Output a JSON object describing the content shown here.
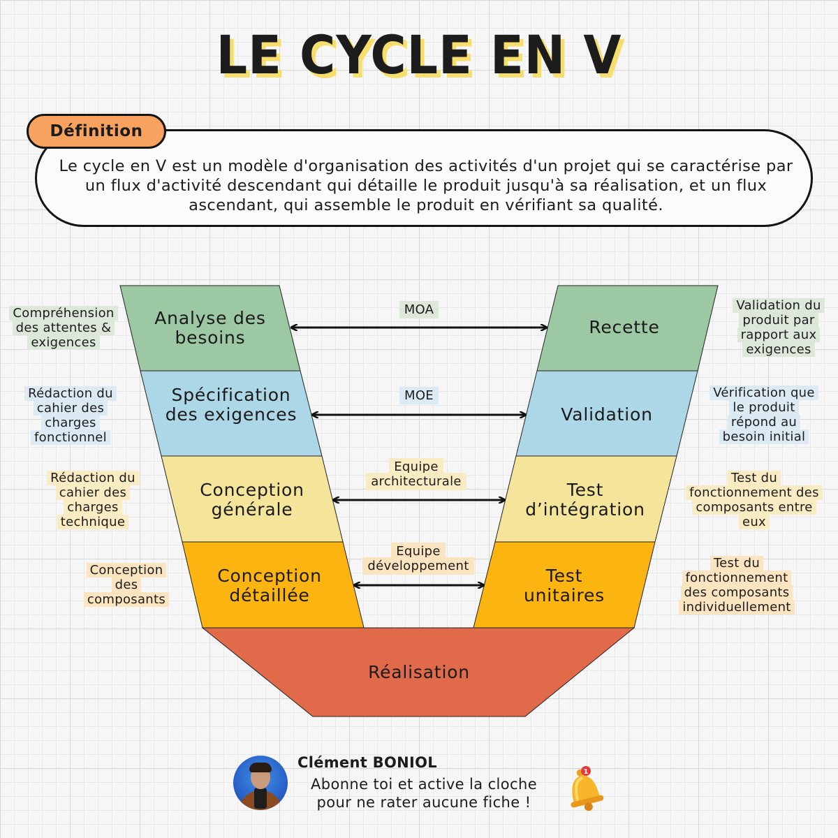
{
  "title": "LE CYCLE EN V",
  "definition": {
    "tag": "Définition",
    "text": "Le cycle en V est un modèle d'organisation des activités d'un projet qui se caractérise par un flux d'activité descendant qui détaille le produit jusqu'à sa réalisation, et un flux ascendant, qui assemble le produit en vérifiant sa qualité."
  },
  "colors": {
    "green": "#9dc8a4",
    "blue": "#acd7e6",
    "yellow": "#f4e59a",
    "orange": "#fbb410",
    "red": "#e06a4a"
  },
  "left_stages": [
    {
      "label": "Analyse des besoins",
      "note": "Compréhension des attentes & exigences"
    },
    {
      "label": "Spécification des exigences",
      "note": "Rédaction du cahier des charges fonctionnel"
    },
    {
      "label": "Conception générale",
      "note": "Rédaction du cahier des charges technique"
    },
    {
      "label": "Conception détaillée",
      "note": "Conception des composants"
    }
  ],
  "right_stages": [
    {
      "label": "Recette",
      "note": "Validation du produit par rapport aux exigences"
    },
    {
      "label": "Validation",
      "note": "Vérification que le produit répond au besoin initial"
    },
    {
      "label": "Test d’intégration",
      "note": "Test du fonctionnement des composants entre eux"
    },
    {
      "label": "Test unitaires",
      "note": "Test du fonctionnement des composants individuellement"
    }
  ],
  "links": [
    {
      "label": "MOA"
    },
    {
      "label": "MOE"
    },
    {
      "label": "Equipe architecturale"
    },
    {
      "label": "Equipe développement"
    }
  ],
  "bottom_stage": "Réalisation",
  "footer": {
    "author": "Clément BONIOL",
    "tagline": "Abonne toi et active la cloche pour ne rater aucune fiche !",
    "badge": "1"
  }
}
